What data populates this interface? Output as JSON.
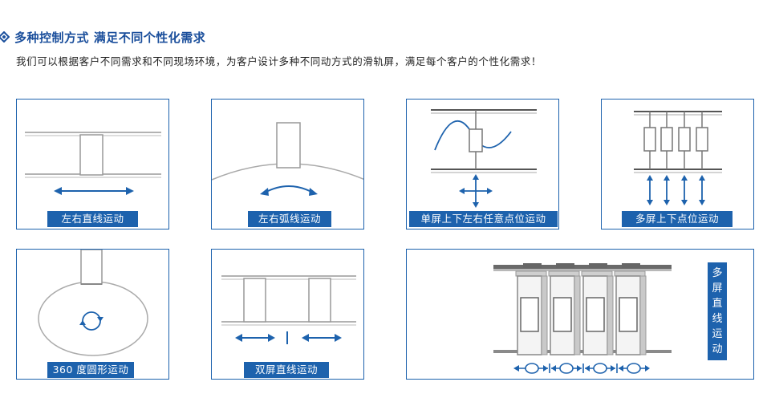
{
  "heading": {
    "title": "多种控制方式 满足不同个性化需求"
  },
  "intro": {
    "text": "我们可以根据客户不同需求和不同现场环境，为客户设计多种不同动方式的滑轨屏，满足每个客户的个性化需求！"
  },
  "cards": [
    {
      "caption": "左右直线运动"
    },
    {
      "caption": "左右弧线运动"
    },
    {
      "caption": "单屏上下左右任意点位运动"
    },
    {
      "caption": "多屏上下点位运动"
    },
    {
      "caption": "360 度圆形运动"
    },
    {
      "caption": "双屏直线运动"
    },
    {
      "caption_chars": [
        "多",
        "屏",
        "直",
        "线",
        "运",
        "动"
      ]
    }
  ],
  "colors": {
    "accent": "#1d62ad",
    "heading": "#1b4f9c",
    "line": "#9a9a9a"
  }
}
